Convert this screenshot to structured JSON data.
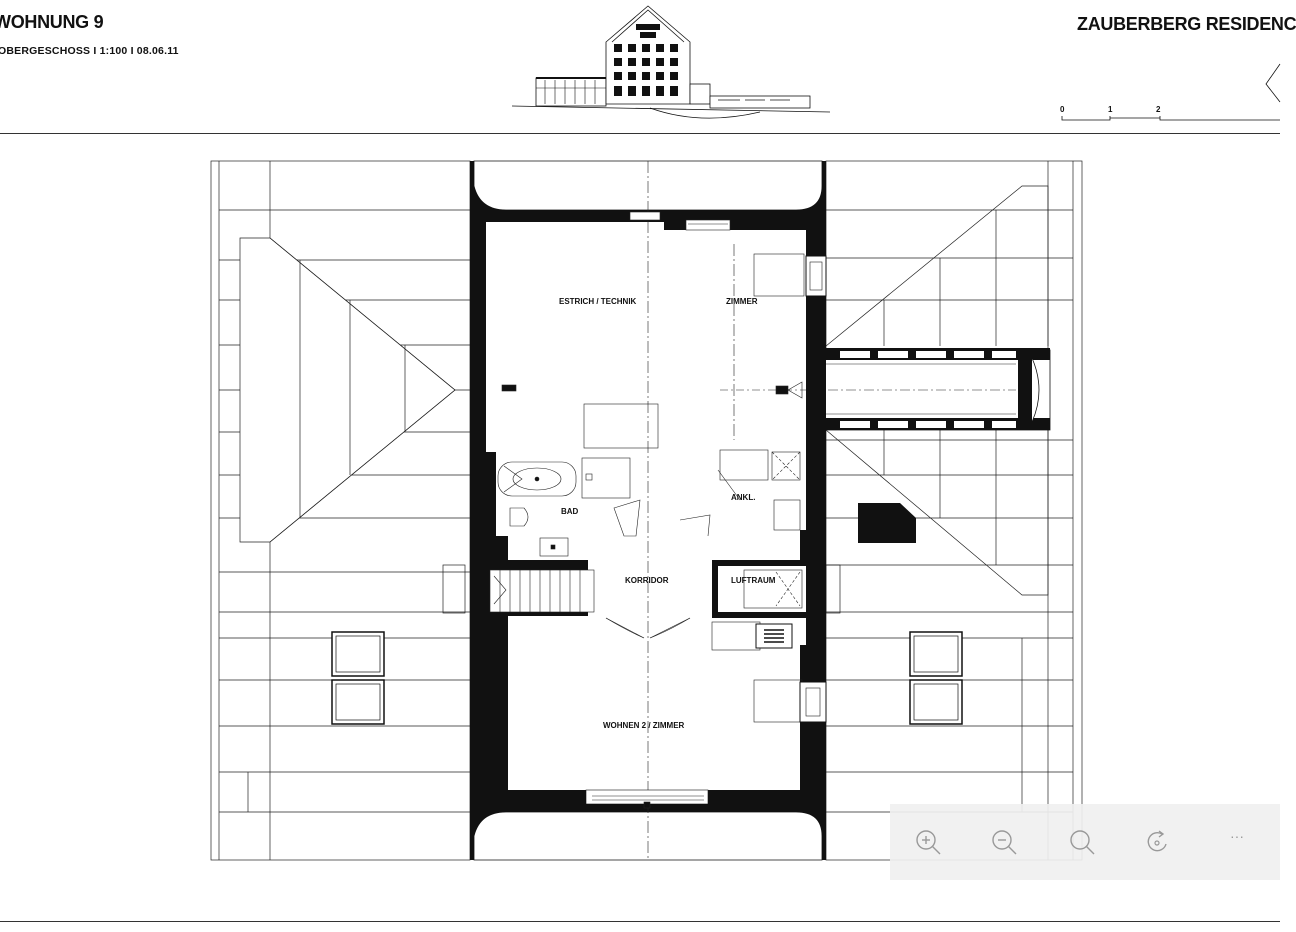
{
  "header": {
    "title": "WOHNUNG 9",
    "subtitle": "OBERGESCHOSS I 1:100 I 08.06.11",
    "project": "ZAUBERBERG RESIDENC"
  },
  "scale": {
    "ticks": [
      "0",
      "1",
      "2"
    ]
  },
  "rooms": {
    "estrich": "ESTRICH / TECHNIK",
    "zimmer": "ZIMMER",
    "bad": "BAD",
    "ankl": "ANKL.",
    "korridor": "KORRIDOR",
    "luftraum": "LUFTRAUM",
    "wohnen": "WOHNEN 2 / ZIMMER"
  },
  "toolbar": {
    "zoom_in_icon": "zoom-in-icon",
    "zoom_out_icon": "zoom-out-icon",
    "zoom_fit_icon": "zoom-reset-icon",
    "rotate_icon": "rotate-icon",
    "more_label": "···"
  }
}
